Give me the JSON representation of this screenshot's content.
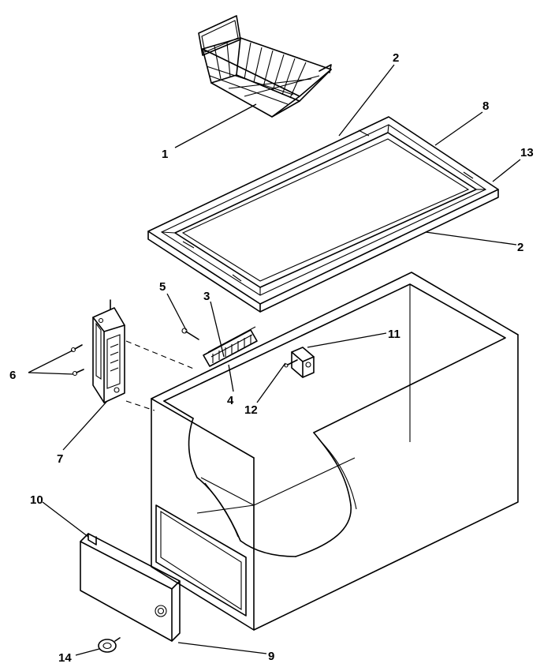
{
  "labels": {
    "l1": "1",
    "l2a": "2",
    "l2b": "2",
    "l3": "3",
    "l4": "4",
    "l5": "5",
    "l6": "6",
    "l7": "7",
    "l8": "8",
    "l9": "9",
    "l10": "10",
    "l11": "11",
    "l12": "12",
    "l13": "13",
    "l14": "14"
  }
}
